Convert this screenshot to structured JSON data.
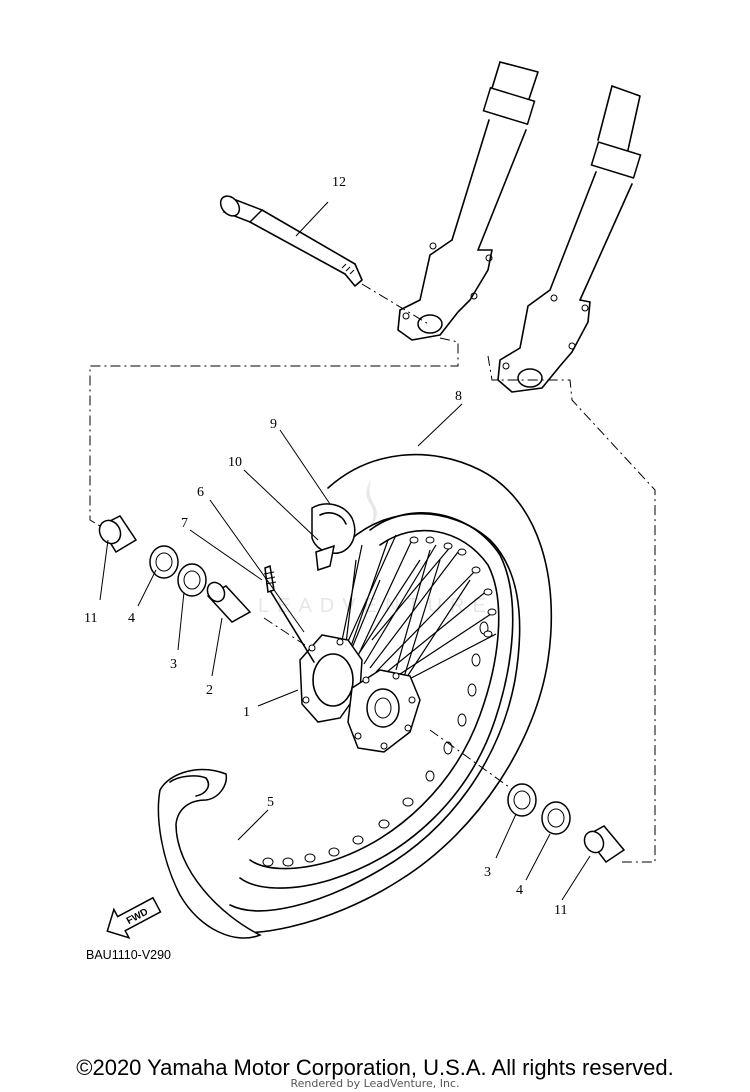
{
  "diagram": {
    "code": "BAU1110-V290",
    "fwd_label": "FWD",
    "watermark": "LEADVENTURE",
    "callouts": [
      {
        "id": "c12",
        "label": "12"
      },
      {
        "id": "c8",
        "label": "8"
      },
      {
        "id": "c9",
        "label": "9"
      },
      {
        "id": "c10",
        "label": "10"
      },
      {
        "id": "c6",
        "label": "6"
      },
      {
        "id": "c7",
        "label": "7"
      },
      {
        "id": "c11a",
        "label": "11"
      },
      {
        "id": "c4a",
        "label": "4"
      },
      {
        "id": "c3a",
        "label": "3"
      },
      {
        "id": "c2",
        "label": "2"
      },
      {
        "id": "c1",
        "label": "1"
      },
      {
        "id": "c5",
        "label": "5"
      },
      {
        "id": "c3b",
        "label": "3"
      },
      {
        "id": "c4b",
        "label": "4"
      },
      {
        "id": "c11b",
        "label": "11"
      }
    ]
  },
  "footer": {
    "copyright": "©2020 Yamaha Motor Corporation, U.S.A. All rights reserved.",
    "rendered_by": "Rendered by LeadVenture, Inc."
  }
}
